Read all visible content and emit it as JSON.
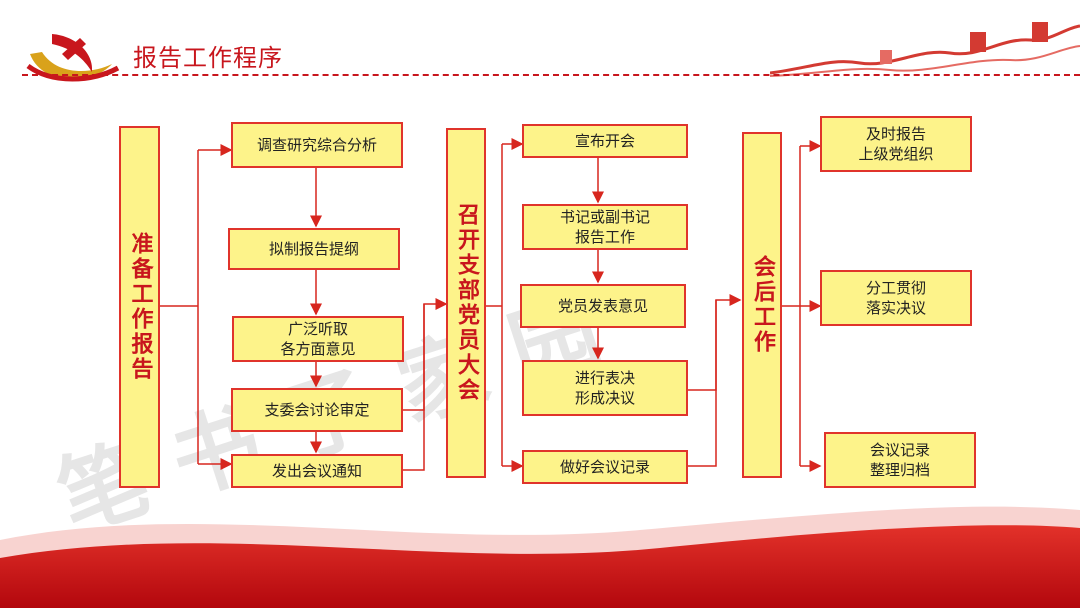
{
  "header": {
    "title": "报告工作程序",
    "emblem_icon": "party-emblem-icon",
    "decoration_icon": "great-wall-icon"
  },
  "watermark": "笔 书 子 家 园",
  "colors": {
    "accent": "#c8161d",
    "box_fill": "#fdf38a",
    "box_border": "#e0342b",
    "connector": "#d7261e"
  },
  "stages": {
    "prepare": {
      "label": "准备工作报告",
      "steps": [
        "调查研究综合分析",
        "拟制报告提纲",
        "广泛听取\n各方面意见",
        "支委会讨论审定",
        "发出会议通知"
      ]
    },
    "meeting": {
      "label": "召开支部党员大会",
      "steps": [
        "宣布开会",
        "书记或副书记\n报告工作",
        "党员发表意见",
        "进行表决\n形成决议",
        "做好会议记录"
      ]
    },
    "after": {
      "label": "会后工作",
      "steps": [
        "及时报告\n上级党组织",
        "分工贯彻\n落实决议",
        "会议记录\n整理归档"
      ]
    }
  }
}
